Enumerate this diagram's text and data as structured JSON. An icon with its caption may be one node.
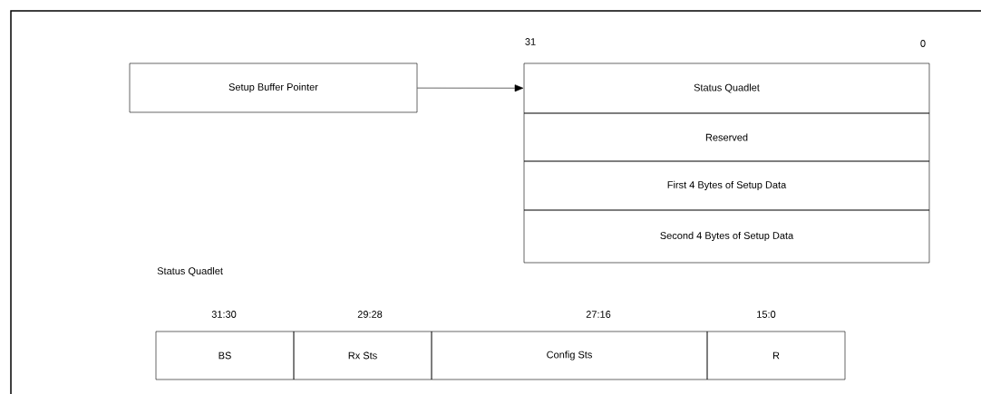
{
  "diagram": {
    "nodes": [
      {
        "text": [
          "Setup Buffer Pointer"
        ]
      },
      {
        "text": [
          "Status Quadlet"
        ]
      },
      {
        "text": [
          "Reserved"
        ]
      },
      {
        "text": [
          "First 4 Bytes of Setup Data"
        ]
      },
      {
        "text": [
          "Second 4 Bytes of Setup Data"
        ]
      },
      {
        "text": [
          "BS"
        ]
      },
      {
        "text": [
          "Rx Sts"
        ]
      },
      {
        "text": [
          "Config Sts"
        ]
      },
      {
        "text": [
          "R"
        ]
      }
    ],
    "edges": [
      {
        "from": 0,
        "to": 1,
        "arrow": "to"
      }
    ],
    "labels": [
      "31",
      "0",
      "Status Quadlet",
      "31:30",
      "29:28",
      "27:16",
      "15:0"
    ]
  }
}
